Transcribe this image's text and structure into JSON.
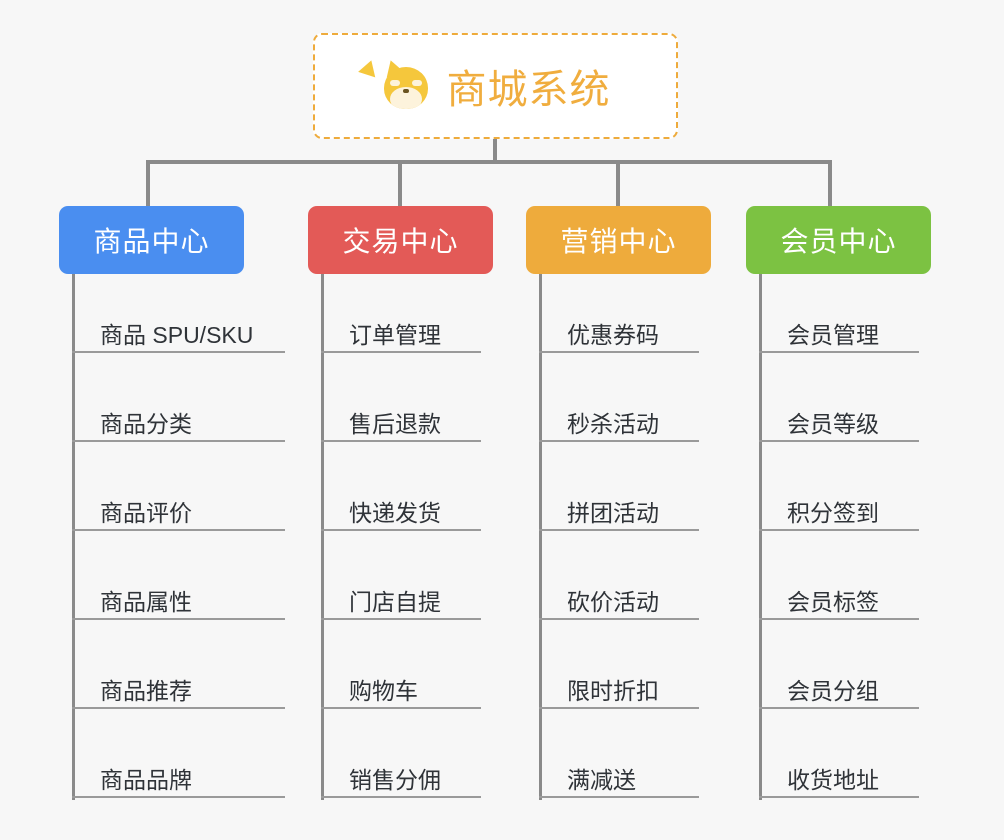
{
  "diagram": {
    "type": "organization-tree",
    "background_color": "#f7f7f7",
    "connector_color": "#8a8a8a",
    "root": {
      "title": "商城系统",
      "icon": "shiba-dog-face-emoji",
      "emoji": "🐕",
      "text_color": "#f0ad3e",
      "border_color": "#eeab3c",
      "border_style": "dashed",
      "background_color": "#ffffff"
    },
    "columns": [
      {
        "id": "product-center",
        "header": "商品中心",
        "color": "#4a8ef0",
        "items": [
          "商品 SPU/SKU",
          "商品分类",
          "商品评价",
          "商品属性",
          "商品推荐",
          "商品品牌"
        ]
      },
      {
        "id": "trade-center",
        "header": "交易中心",
        "color": "#e35a57",
        "items": [
          "订单管理",
          "售后退款",
          "快递发货",
          "门店自提",
          "购物车",
          "销售分佣"
        ]
      },
      {
        "id": "marketing-center",
        "header": "营销中心",
        "color": "#eeab3c",
        "items": [
          "优惠券码",
          "秒杀活动",
          "拼团活动",
          "砍价活动",
          "限时折扣",
          "满减送"
        ]
      },
      {
        "id": "member-center",
        "header": "会员中心",
        "color": "#7cc242",
        "items": [
          "会员管理",
          "会员等级",
          "积分签到",
          "会员标签",
          "会员分组",
          "收货地址"
        ]
      }
    ]
  }
}
